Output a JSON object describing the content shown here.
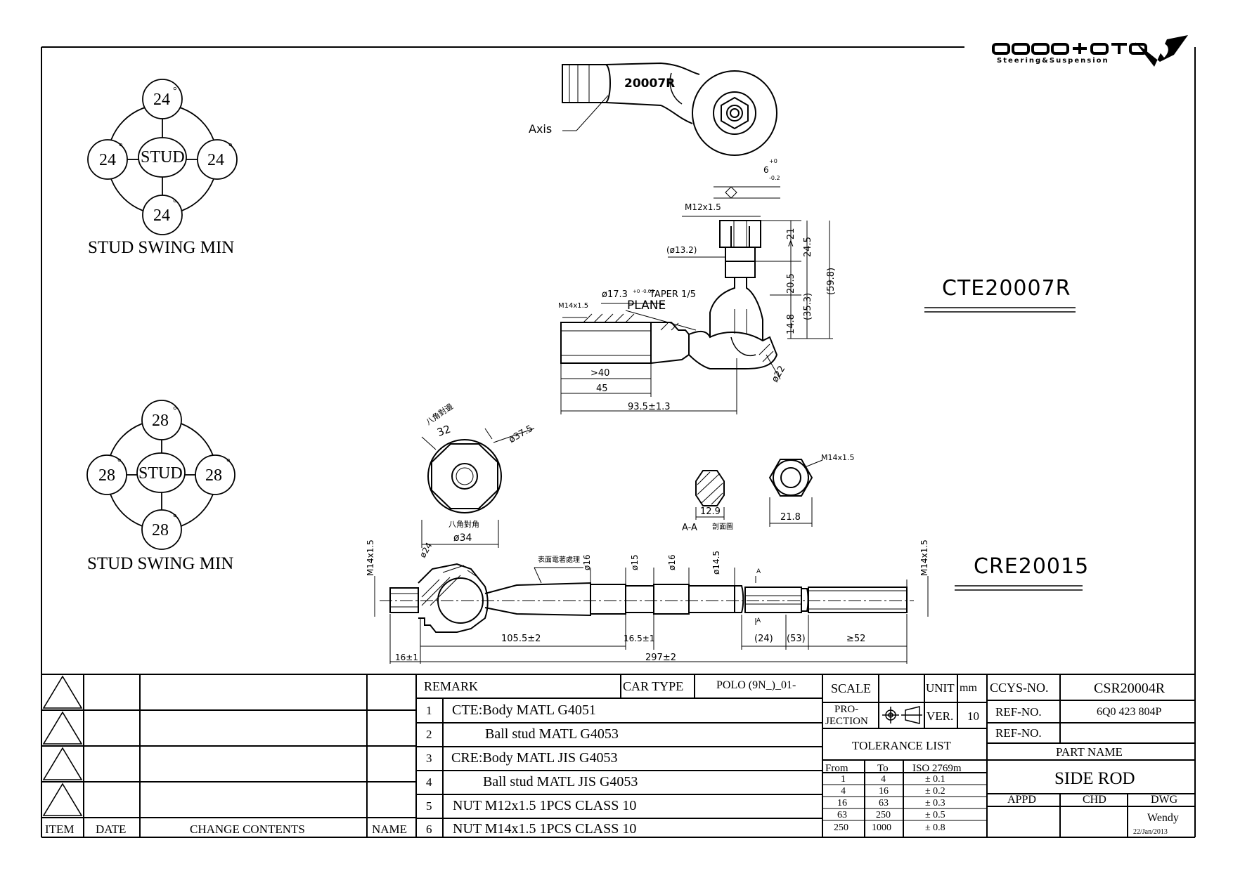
{
  "brand": {
    "logo_text": "CCYS+CTC",
    "tagline": "Steering&Suspension"
  },
  "stud_swing": [
    {
      "top": "24",
      "left": "24",
      "right": "24",
      "bottom": "24",
      "center": "STUD",
      "deg": "°",
      "caption": "STUD SWING MIN"
    },
    {
      "top": "28",
      "left": "28",
      "right": "28",
      "bottom": "28",
      "center": "STUD",
      "deg": "°",
      "caption": "STUD SWING MIN"
    }
  ],
  "parts": {
    "tie_rod_end": "CTE20007R",
    "rack_end": "CRE20015"
  },
  "top_view": {
    "part_mark": "20007R",
    "axis_label": "Axis"
  },
  "cte_dims": {
    "nut_thread": "M12x1.5",
    "hex_dim": "6",
    "hex_tol_upper": "+0",
    "hex_tol_lower": "-0.2",
    "stud_dia": "(ø13.2)",
    "taper": "ø17.3",
    "taper_tol": "+0 -0.05",
    "taper_text": "TAPER 1/5",
    "plane": "PLANE",
    "body_thread": "M14x1.5",
    "d_21": ">21",
    "d_24_5": "24.5",
    "d_59_8": "(59.8)",
    "d_20_5": "20.5",
    "d_35_3": "(35.3)",
    "d_14_8": "14.8",
    "d_22": "ø22",
    "d_40": ">40",
    "d_45": "45",
    "d_93_5": "93.5±1.3"
  },
  "cre_dims": {
    "hex_label_cn": "八角對邊",
    "hex_flat": "32",
    "outer_dia": "ø37.5",
    "hex_corner_cn": "八角對角",
    "corner_dia": "ø34",
    "section_width": "12.9",
    "section_label": "A-A",
    "section_cn": "剖面圖",
    "nut_thread": "M14x1.5",
    "nut_width": "21.8",
    "left_thread": "M14x1.5",
    "ball_dia": "ø24",
    "plating_cn": "表面電著處理",
    "d_16a": "ø16",
    "d_15": "ø15",
    "d_16b": "ø16",
    "d_14_5": "ø14.5",
    "right_thread": "M14x1.5",
    "a_mark": "A",
    "d_105_5": "105.5±2",
    "d_16_5": "16.5±1",
    "d_24": "(24)",
    "d_53": "(53)",
    "d_52": "≥52",
    "d_16_1": "16±1",
    "d_297": "297±2"
  },
  "revision_table": {
    "headers": [
      "ITEM",
      "DATE",
      "CHANGE CONTENTS",
      "NAME"
    ],
    "rows": [
      [
        "",
        "",
        "",
        ""
      ],
      [
        "",
        "",
        "",
        ""
      ],
      [
        "",
        "",
        "",
        ""
      ],
      [
        "",
        "",
        "",
        ""
      ]
    ]
  },
  "remarks": {
    "header": "REMARK",
    "car_type_label": "CAR TYPE",
    "car_type_value": "POLO (9N_)_01-",
    "items": [
      {
        "no": "1",
        "text": "CTE:Body MATL G4051"
      },
      {
        "no": "2",
        "text": "Ball stud MATL G4053"
      },
      {
        "no": "3",
        "text": "CRE:Body MATL JIS G4053"
      },
      {
        "no": "4",
        "text": "Ball stud MATL JIS G4053"
      },
      {
        "no": "5",
        "text": "NUT M12x1.5 1PCS CLASS 10"
      },
      {
        "no": "6",
        "text": "NUT M14x1.5 1PCS CLASS 10"
      }
    ]
  },
  "spec": {
    "scale_label": "SCALE",
    "scale_value": "",
    "unit_label": "UNIT",
    "unit_value": "mm",
    "projection_label_1": "PRO-",
    "projection_label_2": "JECTION",
    "ver_label": "VER.",
    "ver_value": "10",
    "tolerance_title": "TOLERANCE LIST",
    "tol_headers": [
      "From",
      "To",
      "ISO 2769m"
    ],
    "tol_rows": [
      [
        "1",
        "4",
        "± 0.1"
      ],
      [
        "4",
        "16",
        "± 0.2"
      ],
      [
        "16",
        "63",
        "± 0.3"
      ],
      [
        "63",
        "250",
        "± 0.5"
      ],
      [
        "250",
        "1000",
        "± 0.8"
      ]
    ]
  },
  "title_block": {
    "ccys_no_label": "CCYS-NO.",
    "ccys_no_value": "CSR20004R",
    "ref_no_label": "REF-NO.",
    "ref_no_value": "6Q0 423 804P",
    "ref_no2_label": "REF-NO.",
    "ref_no2_value": "",
    "part_name_label": "PART NAME",
    "part_name_value": "SIDE ROD",
    "appd_label": "APPD",
    "chd_label": "CHD",
    "dwg_label": "DWG",
    "drawn_by": "Wendy",
    "date": "22/Jan/2013"
  }
}
